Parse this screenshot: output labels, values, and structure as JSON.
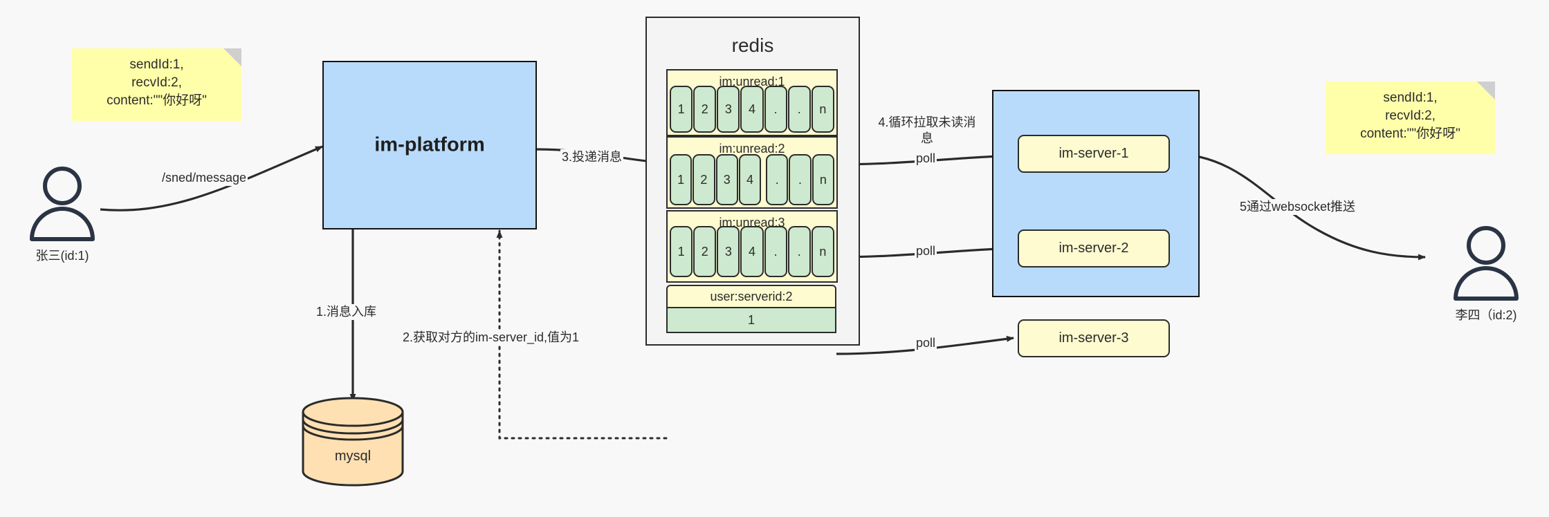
{
  "diagram": {
    "title": "IM message delivery architecture",
    "background": "#f8f8f8",
    "colors": {
      "sticky": "#ffffaa",
      "blue_box": "#b8dbfb",
      "redis_container": "#f4f4f4",
      "list_header": "#fdfbcf",
      "list_cell": "#cde9cf",
      "mysql": "#ffe0b2",
      "stroke": "#2b2b2b"
    }
  },
  "notes": {
    "left": "sendId:1,\nrecvId:2,\ncontent:\"\"你好呀\"",
    "right": "sendId:1,\nrecvId:2,\ncontent:\"\"你好呀\""
  },
  "actors": {
    "sender": {
      "label": "张三(id:1)",
      "icon": "person-icon"
    },
    "receiver": {
      "label": "李四（id:2)",
      "icon": "person-icon"
    }
  },
  "platform": {
    "label": "im-platform"
  },
  "database": {
    "label": "mysql",
    "icon": "database-cylinder-icon"
  },
  "redis": {
    "title": "redis",
    "lists": [
      {
        "key": "im:unread:1",
        "cells": [
          "1",
          "2",
          "3",
          "4",
          ".",
          ".",
          "n"
        ]
      },
      {
        "key": "im:unread:2",
        "cells": [
          "1",
          "2",
          "3",
          "4",
          ".",
          ".",
          "n"
        ]
      },
      {
        "key": "im:unread:3",
        "cells": [
          "1",
          "2",
          "3",
          "4",
          ".",
          ".",
          "n"
        ]
      }
    ],
    "kv": {
      "key": "user:serverid:2",
      "value": "1"
    }
  },
  "server_cluster": {
    "servers": [
      {
        "label": "im-server-1"
      },
      {
        "label": "im-server-2"
      },
      {
        "label": "im-server-3"
      }
    ]
  },
  "edges": {
    "send_message": "/sned/message",
    "step1": "1.消息入库",
    "step2": "2.获取对方的im-server_id,值为1",
    "step3": "3.投递消息",
    "step4": "4.循环拉取未读消\n息",
    "step5": "5通过websocket推送",
    "poll1": "poll",
    "poll2": "poll",
    "poll3": "poll"
  }
}
